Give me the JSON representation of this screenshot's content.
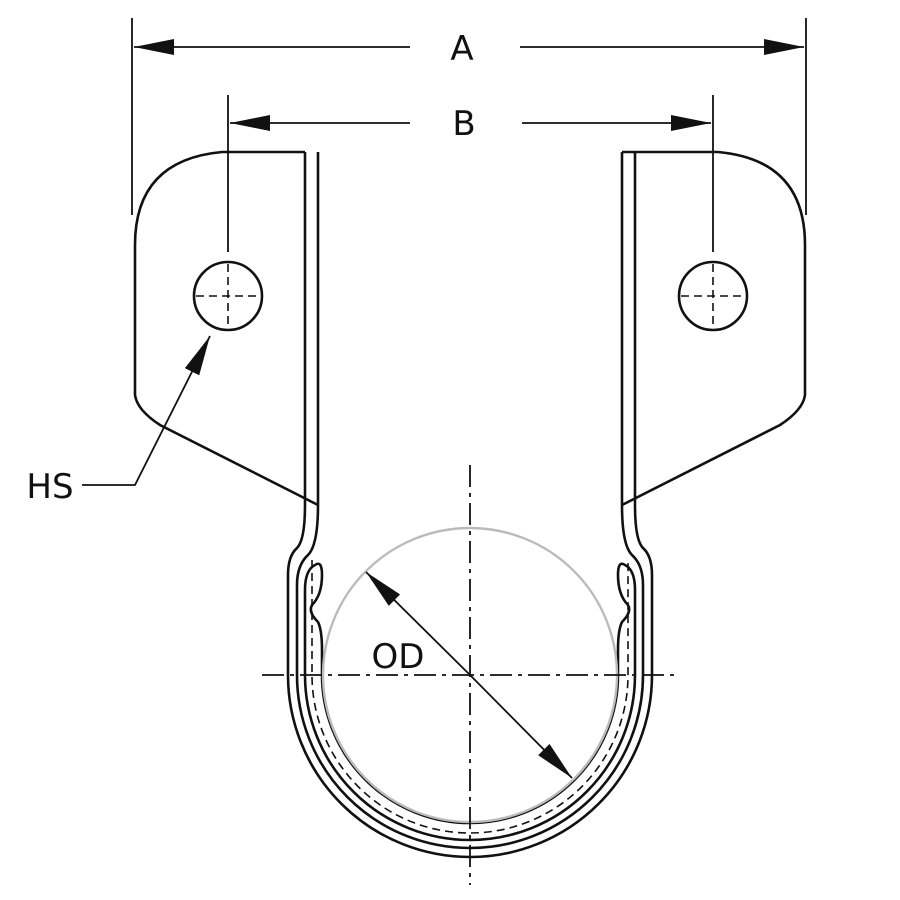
{
  "labels": {
    "a": "A",
    "b": "B",
    "hs": "HS",
    "od": "OD"
  },
  "colors": {
    "line": "#111111",
    "pipe": "#bbbbbb"
  }
}
